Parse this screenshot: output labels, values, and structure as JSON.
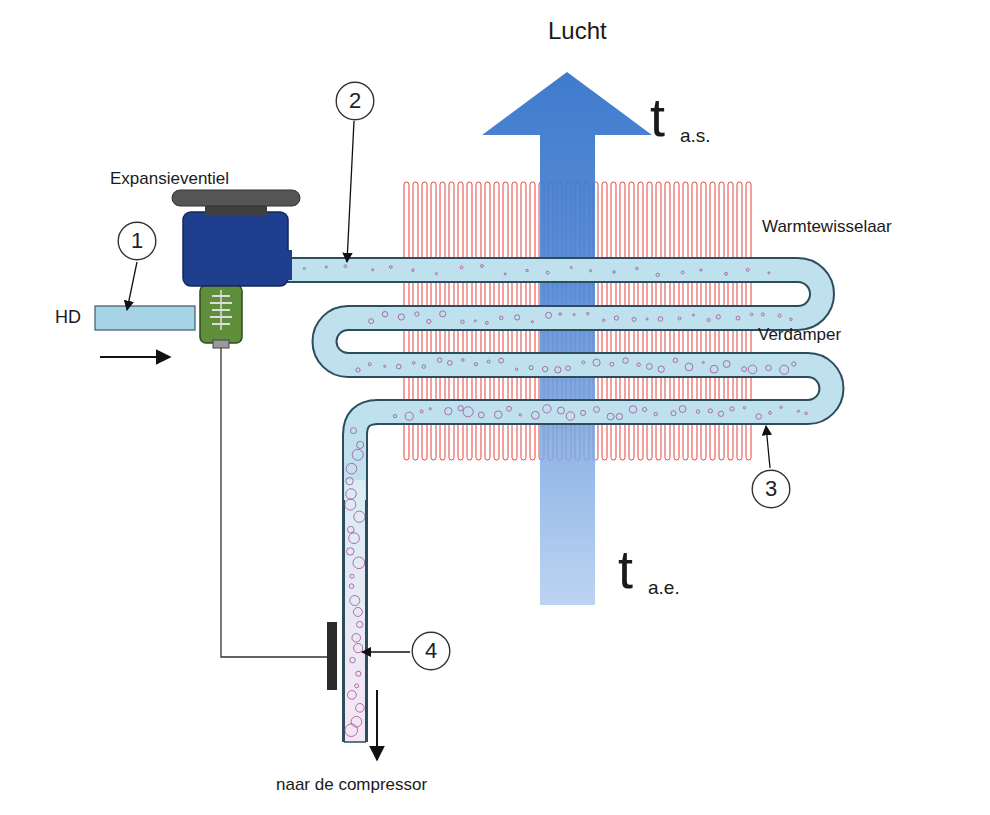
{
  "diagram": {
    "nodes": [
      {
        "text": [
          "1"
        ]
      },
      {
        "text": [
          "2"
        ]
      },
      {
        "text": [
          "3"
        ]
      },
      {
        "text": [
          "4"
        ]
      }
    ],
    "labels": [
      "Expansieventiel",
      "HD",
      "Lucht",
      "t",
      "a.s.",
      "t",
      "a.e.",
      "Warmtewisselaar",
      "Verdamper",
      "naar de compressor"
    ]
  }
}
